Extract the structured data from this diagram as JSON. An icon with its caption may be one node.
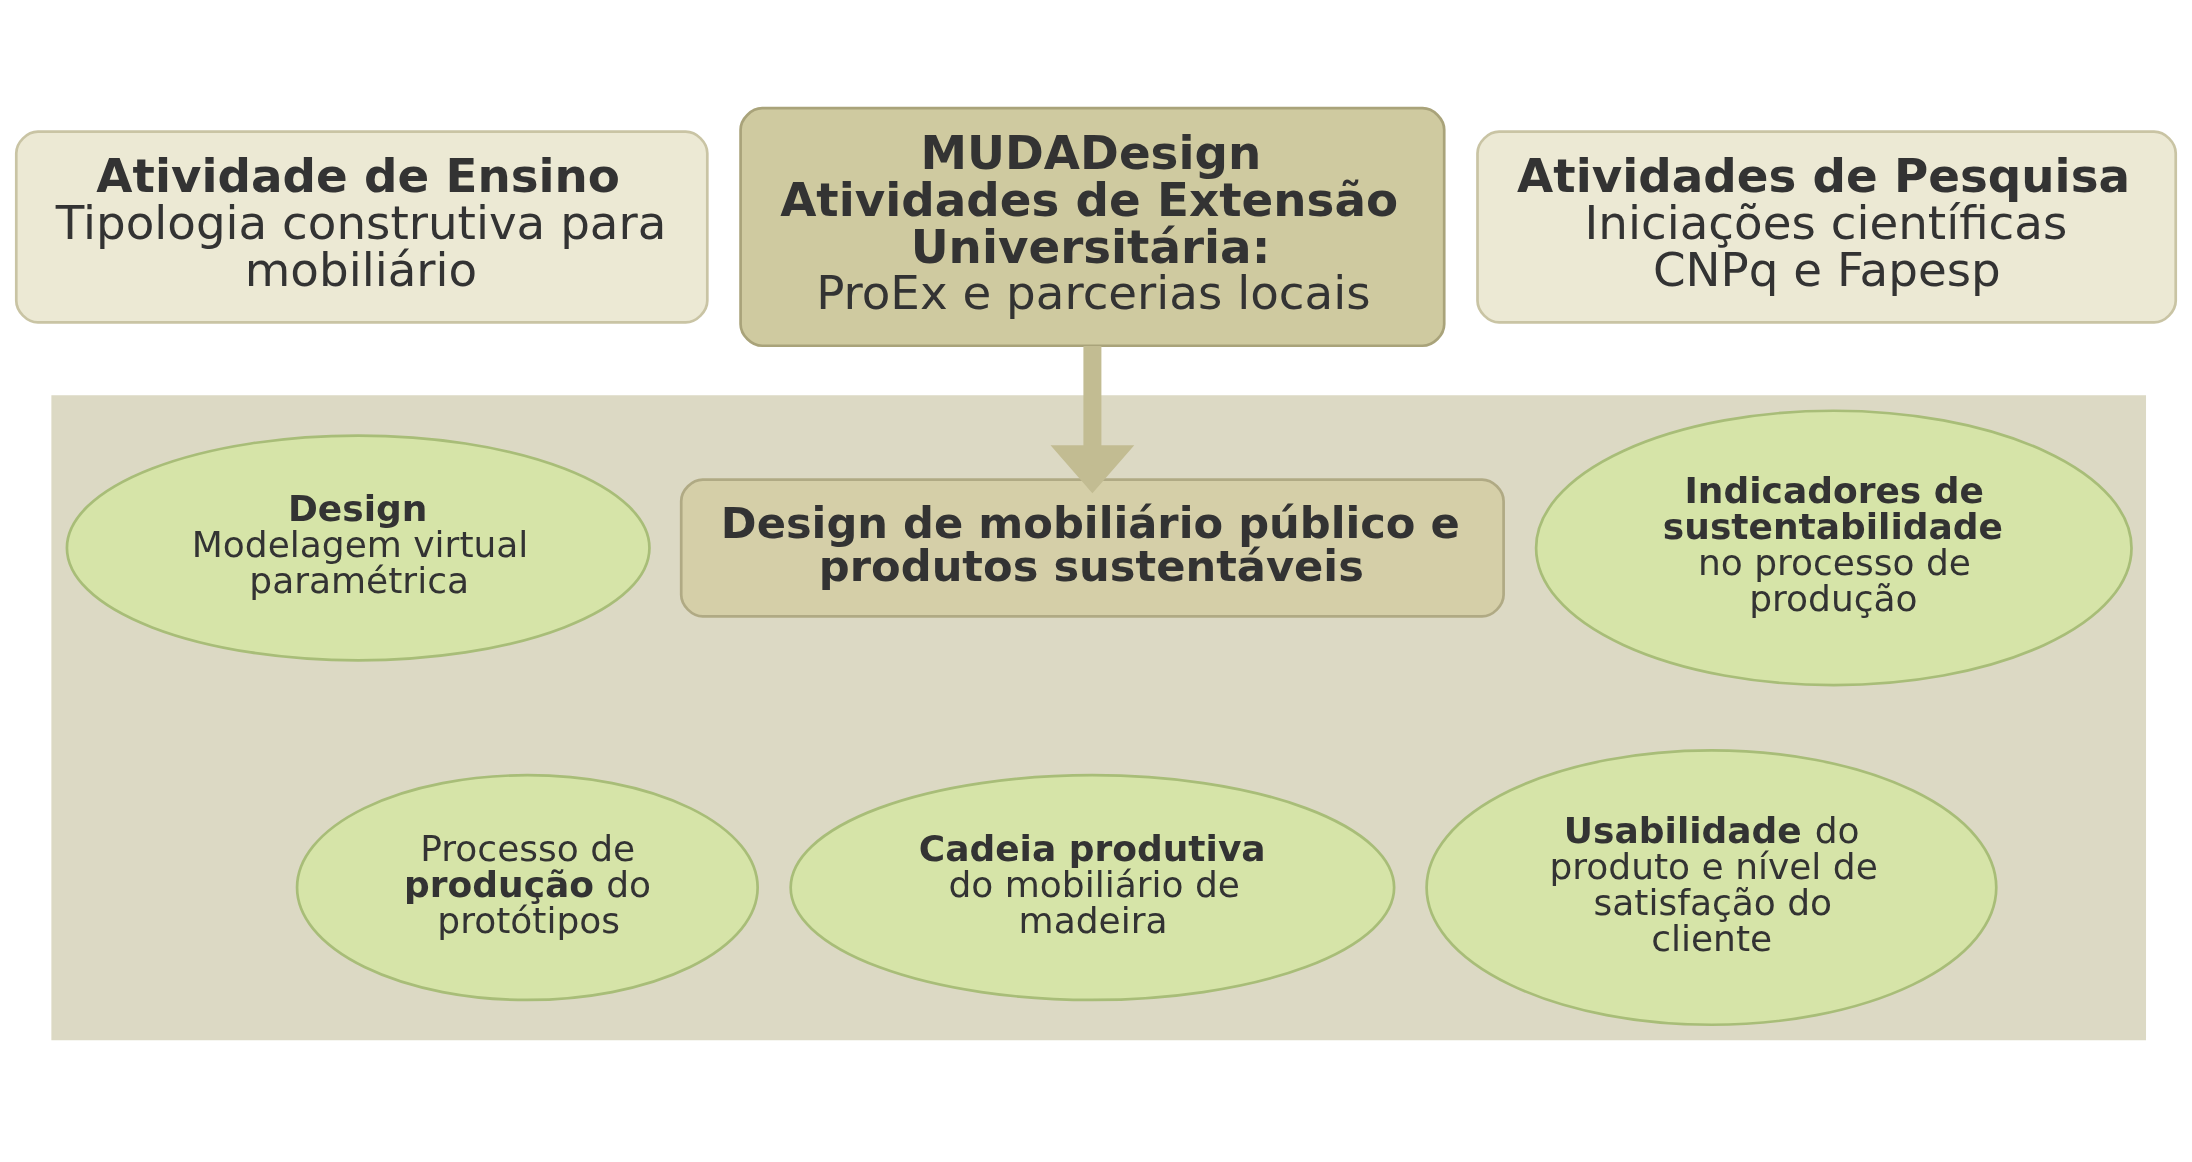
{
  "diagram": {
    "nodes": [
      {
        "text": [
          "Atividade de Ensino",
          "Tipologia construtiva para mobiliário"
        ]
      },
      {
        "text": [
          "MUDADesign",
          "Atividades de Extensão Universitária:",
          "ProEx e parcerias locais"
        ]
      },
      {
        "text": [
          "Atividades de Pesquisa",
          "Iniciações científicas CNPq e Fapesp"
        ]
      },
      {
        "text": [],
        "shape": "box"
      },
      {
        "text": [
          "Design de mobiliário público e produtos sustentáveis"
        ],
        "in": 3
      },
      {
        "text": [
          "Design",
          "Modelagem virtual paramétrica"
        ],
        "in": 3
      },
      {
        "text": [
          "Indicadores de sustentabilidade",
          "no processo de produção"
        ],
        "in": 3
      },
      {
        "text": [
          "Processo de **produção** do protótipos"
        ],
        "in": 3
      },
      {
        "text": [
          "Cadeia produtiva",
          "do mobiliário de madeira"
        ],
        "in": 3
      },
      {
        "text": [
          "**Usabilidade** do produto e nível de satisfação do cliente"
        ],
        "in": 3
      }
    ],
    "edges": [
      {
        "from": 1,
        "to": 4,
        "arrow": "to"
      }
    ]
  }
}
